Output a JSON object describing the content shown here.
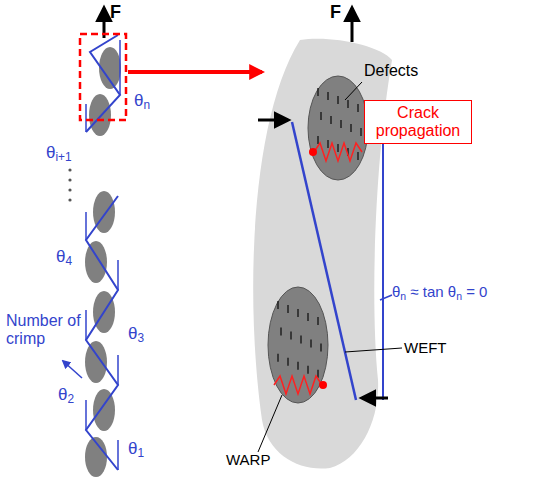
{
  "diagram": {
    "nodes": [
      {
        "text": [
          "Crack propagation"
        ]
      }
    ],
    "labels": [
      "F",
      "θn",
      "θi+1",
      "θ4",
      "θ3",
      "θ2",
      "θ1",
      "Number of crimp",
      "F",
      "Defects",
      "θn ≈ tan θn = 0",
      "WEFT",
      "WARP"
    ]
  }
}
